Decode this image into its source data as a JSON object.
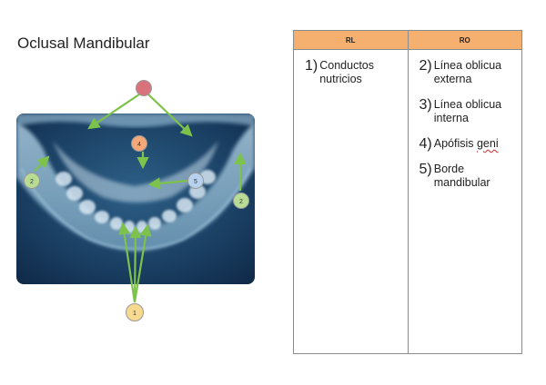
{
  "title": "Oclusal Mandibular",
  "markers": {
    "top": "",
    "center": "4",
    "right_inner": "5",
    "left": "2",
    "right": "2",
    "bottom": "1"
  },
  "colors": {
    "arrow": "#7dc24b",
    "header_bg": "#f5b070",
    "marker_top": "#d9737b",
    "marker_center": "#f5a777",
    "marker_right_inner": "#b6d2ef",
    "marker_left": "#b9dc95",
    "marker_right": "#b9dc95",
    "marker_bottom": "#f7d98f"
  },
  "table": {
    "headers": [
      "RL",
      "RO"
    ],
    "rl_items": [
      {
        "num": "1)",
        "label": "Conductos nutricios"
      }
    ],
    "ro_items": [
      {
        "num": "2)",
        "label": "Línea oblicua externa"
      },
      {
        "num": "3)",
        "label": "Línea oblicua interna"
      },
      {
        "num": "4)",
        "label_plain": "Apófisis ",
        "label_wavy": "geni"
      },
      {
        "num": "5)",
        "label": "Borde mandibular"
      }
    ]
  }
}
